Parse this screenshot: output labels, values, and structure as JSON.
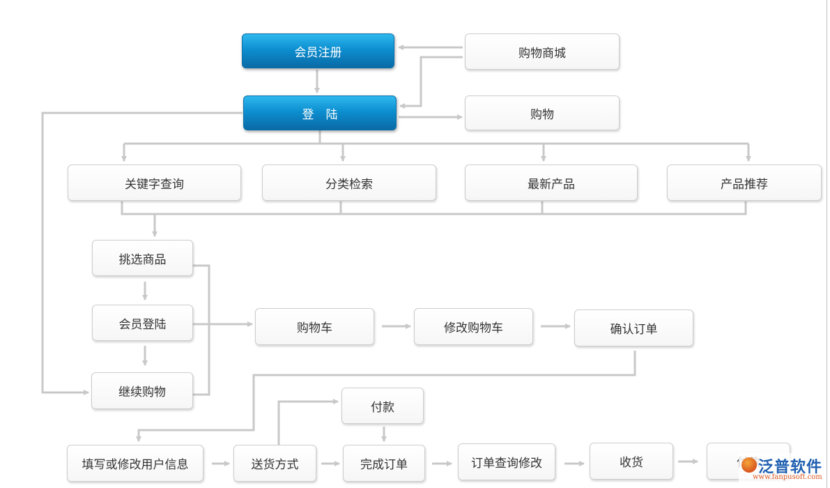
{
  "nodes": {
    "register": "会员注册",
    "login": "登　陆",
    "mall": "购物商城",
    "shopping": "购物",
    "keyword_search": "关键字查询",
    "category_search": "分类检索",
    "new_products": "最新产品",
    "recommended": "产品推荐",
    "pick_goods": "挑选商品",
    "member_login": "会员登陆",
    "continue_shopping": "继续购物",
    "cart": "购物车",
    "modify_cart": "修改购物车",
    "confirm_order": "确认订单",
    "fill_user_info": "填写或修改用户信息",
    "delivery_method": "送货方式",
    "complete_order": "完成订单",
    "pay_upper": "付款",
    "order_query_modify": "订单查询修改",
    "receive_goods": "收货",
    "pay_final": "付款"
  },
  "logo": {
    "text": "泛普软件",
    "url": "www.fanpusoft.com"
  },
  "colors": {
    "line": "#c8c8c8",
    "node_border": "#cdcdcd",
    "highlight_top": "#2fb8ef",
    "highlight_bottom": "#0a6aa6",
    "logo_blue": "#1f5fb0",
    "logo_orange": "#d9561e"
  }
}
